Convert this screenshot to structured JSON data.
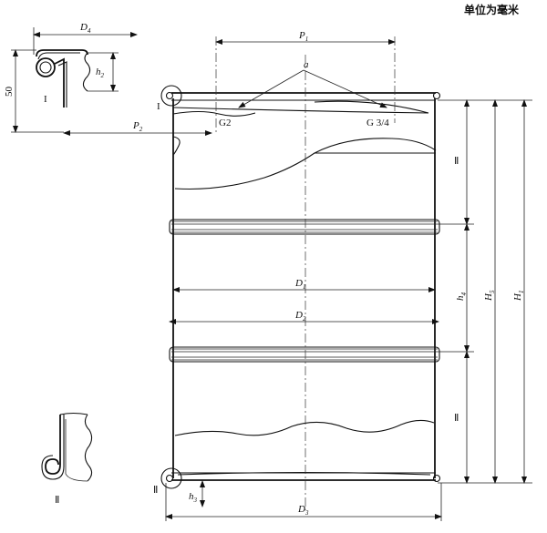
{
  "unit_note": "单位为毫米",
  "labels": {
    "D4": "D",
    "D4_sub": "4",
    "P1": "P",
    "P1_sub": "1",
    "P2": "P",
    "P2_sub": "2",
    "h2": "h",
    "h2_sub": "2",
    "h3": "h",
    "h3_sub": "3",
    "h4": "h",
    "h4_sub": "4",
    "H5": "H",
    "H5_sub": "5",
    "H1": "H",
    "H1_sub": "1",
    "D1": "D",
    "D1_sub": "1",
    "D2": "D",
    "D2_sub": "2",
    "D3": "D",
    "D3_sub": "3",
    "a": "a",
    "G2": "G2",
    "G34": "G 3/4",
    "dim50": "50",
    "detail_I": "I",
    "detail_I_2": "I",
    "detail_II": "Ⅱ",
    "detail_II_2": "Ⅱ",
    "section_II_top": "Ⅱ",
    "section_II_bottom": "Ⅱ"
  }
}
